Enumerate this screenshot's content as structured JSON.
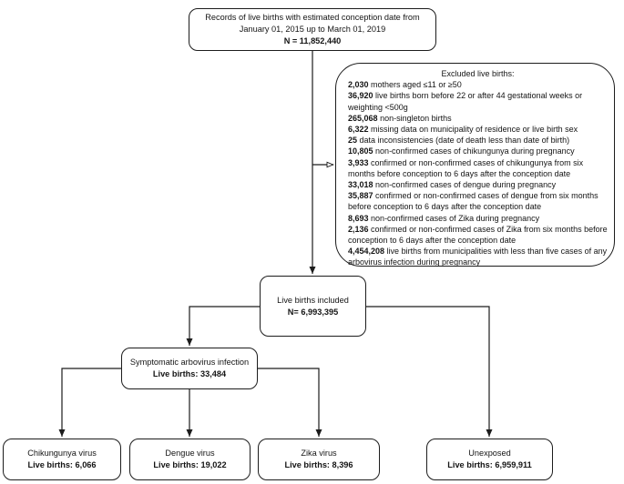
{
  "top_box": {
    "line1": "Records of live births with estimated conception date from",
    "line2": "January 01, 2015 up to March 01, 2019",
    "n_label": "N = 11,852,440"
  },
  "exclusion_box": {
    "title": "Excluded live births:",
    "items": [
      {
        "n": "2,030",
        "text": "mothers aged ≤11 or ≥50"
      },
      {
        "n": "36,920",
        "text": "live births born before 22 or after 44 gestational weeks or weighting <500g"
      },
      {
        "n": "265,068",
        "text": "non-singleton births"
      },
      {
        "n": "6,322",
        "text": "missing data on municipality of residence or live birth sex"
      },
      {
        "n": "25",
        "text": "data inconsistencies (date of death less than date of birth)"
      },
      {
        "n": "10,805",
        "text": "non-confirmed cases of chikungunya during pregnancy"
      },
      {
        "n": "3,933",
        "text": "confirmed or non-confirmed cases of chikungunya from six months before conception to 6 days after the conception date"
      },
      {
        "n": "33,018",
        "text": "non-confirmed cases of dengue during pregnancy"
      },
      {
        "n": "35,887",
        "text": "confirmed or non-confirmed cases of dengue from six months before conception to 6 days after the conception date"
      },
      {
        "n": "8,693",
        "text": "non-confirmed cases of Zika during pregnancy"
      },
      {
        "n": "2,136",
        "text": "confirmed or non-confirmed cases of Zika from six months before conception to 6 days after the conception date"
      },
      {
        "n": "4,454,208",
        "text": "live births from municipalities with less than five cases of any arbovirus infection during pregnancy"
      }
    ]
  },
  "included_box": {
    "line1": "Live births included",
    "n_label": "N= 6,993,395"
  },
  "symptomatic_box": {
    "line1": "Symptomatic arbovirus infection",
    "n_label": "Live births: 33,484"
  },
  "outcome_boxes": [
    {
      "label": "Chikungunya virus",
      "n_label": "Live births: 6,066"
    },
    {
      "label": "Dengue virus",
      "n_label": "Live births: 19,022"
    },
    {
      "label": "Zika virus",
      "n_label": "Live births: 8,396"
    },
    {
      "label": "Unexposed",
      "n_label": "Live births: 6,959,911"
    }
  ],
  "colors": {
    "line": "#1c1c1c",
    "text": "#141414",
    "background": "#ffffff"
  }
}
